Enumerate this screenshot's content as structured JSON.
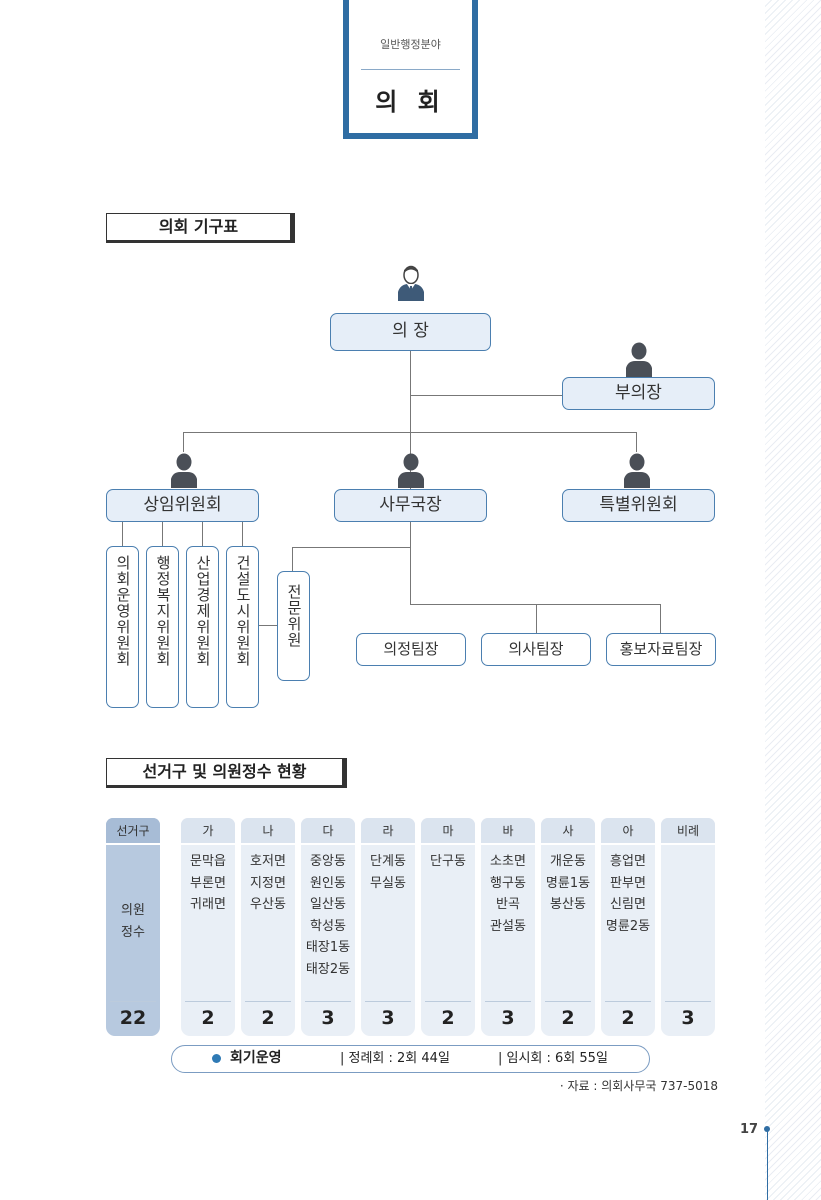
{
  "category": {
    "subtitle": "일반행정분야",
    "title": "의 회"
  },
  "org_section_title": "의회 기구표",
  "org": {
    "chair": "의  장",
    "vice_chair": "부의장",
    "standing": "상임위원회",
    "secretary": "사무국장",
    "special": "특별위원회",
    "committees": [
      "의회운영위원회",
      "행정복지위원회",
      "산업경제위원회",
      "건설도시위원회"
    ],
    "expert": "전문위원",
    "teams": [
      "의정팀장",
      "의사팀장",
      "홍보자료팀장"
    ]
  },
  "district_section_title": "선거구 및 의원정수 현황",
  "districts": {
    "header_label": "선거구",
    "row_label": "의원\n정수",
    "total": "22",
    "columns": [
      {
        "name": "가",
        "areas": "문막읍\n부론면\n귀래면",
        "count": "2"
      },
      {
        "name": "나",
        "areas": "호저면\n지정면\n우산동",
        "count": "2"
      },
      {
        "name": "다",
        "areas": "중앙동\n원인동\n일산동\n학성동\n태장1동\n태장2동",
        "count": "3"
      },
      {
        "name": "라",
        "areas": "단계동\n무실동",
        "count": "3"
      },
      {
        "name": "마",
        "areas": "단구동",
        "count": "2"
      },
      {
        "name": "바",
        "areas": "소초면\n행구동\n반곡\n관설동",
        "count": "3"
      },
      {
        "name": "사",
        "areas": "개운동\n명륜1동\n봉산동",
        "count": "2"
      },
      {
        "name": "아",
        "areas": "흥업면\n판부면\n신림면\n명륜2동",
        "count": "2"
      },
      {
        "name": "비례",
        "areas": "",
        "count": "3"
      }
    ]
  },
  "session": {
    "label": "회기운영",
    "regular": "| 정례회 : 2회 44일",
    "temporary": "| 임시회 : 6회 55일"
  },
  "source": "· 자료 : 의회사무국 737-5018",
  "page_number": "17",
  "colors": {
    "accent": "#2f6da3",
    "node_fill": "#e6eef8",
    "node_border": "#4b7fb0"
  }
}
